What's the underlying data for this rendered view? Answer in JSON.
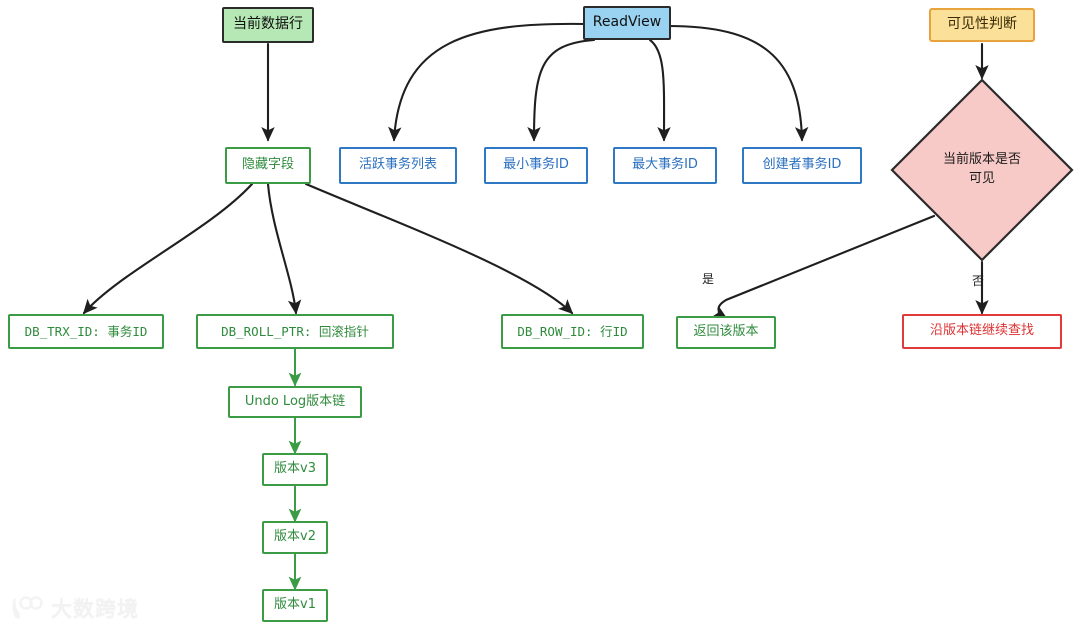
{
  "diagram": {
    "title_hidden": "MVCC ReadView 可见性判断流程图",
    "nodes": {
      "current_row": "当前数据行",
      "readview": "ReadView",
      "visibility_check": "可见性判断",
      "hidden_fields": "隐藏字段",
      "active_trx_list": "活跃事务列表",
      "min_trx_id": "最小事务ID",
      "max_trx_id": "最大事务ID",
      "creator_trx_id": "创建者事务ID",
      "decision": "当前版本是否\n可见",
      "db_trx_id": "DB_TRX_ID: 事务ID",
      "db_roll_ptr": "DB_ROLL_PTR: 回滚指针",
      "db_row_id": "DB_ROW_ID: 行ID",
      "return_version": "返回该版本",
      "continue_search": "沿版本链继续查找",
      "undo_log_chain": "Undo Log版本链",
      "version_v3": "版本v3",
      "version_v2": "版本v2",
      "version_v1": "版本v1"
    },
    "edge_labels": {
      "yes": "是",
      "no": "否"
    },
    "colors": {
      "green_fill": "#b5e8b5",
      "blue_fill": "#9ad2f2",
      "amber_fill": "#fbe09a",
      "pink_fill": "#f8cac7",
      "green_stroke": "#3c9c46",
      "blue_stroke": "#2f78c4",
      "red_stroke": "#e03a3a",
      "amber_stroke": "#e8a33d",
      "dark_stroke": "#2b2b2b",
      "edge_stroke": "#1f1f1f"
    }
  },
  "watermark": {
    "text": "大数跨境",
    "badge": "100"
  }
}
